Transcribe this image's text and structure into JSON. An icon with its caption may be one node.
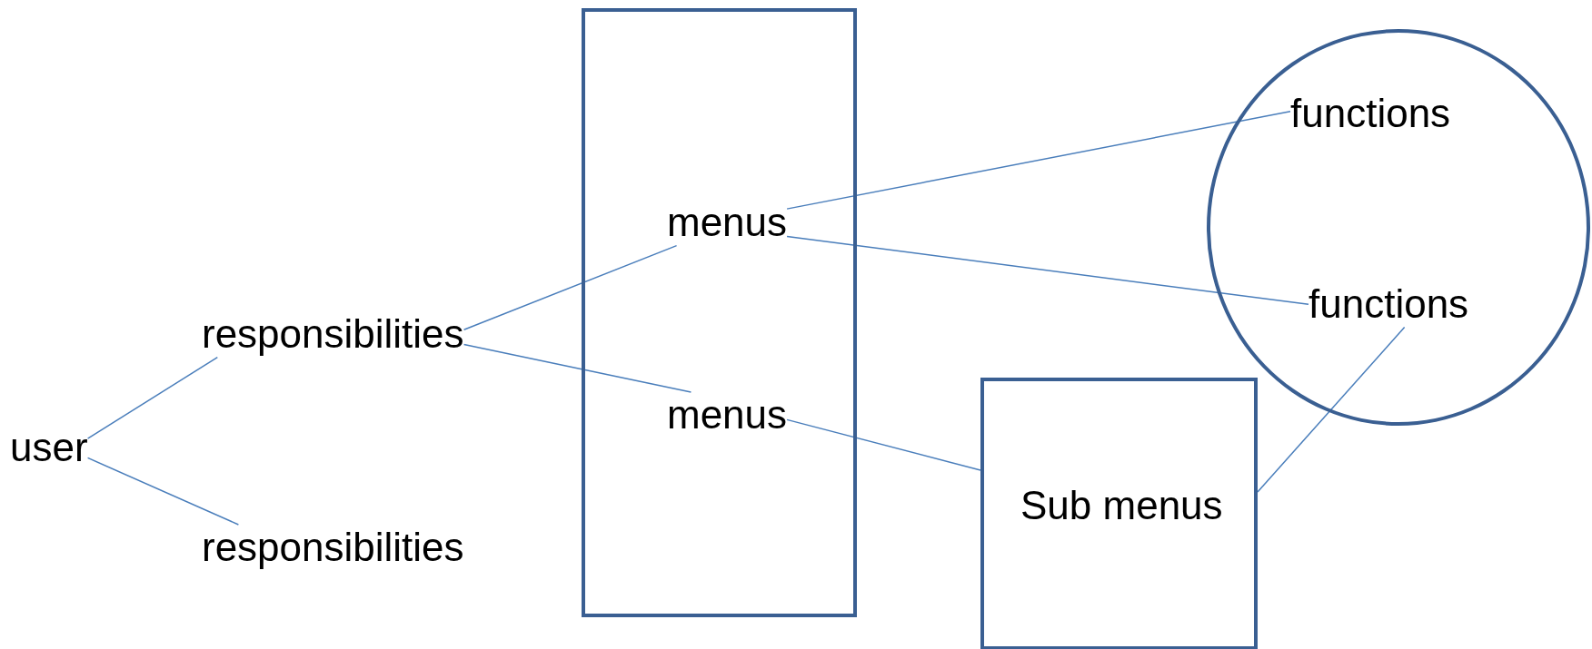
{
  "diagram": {
    "nodes": [
      {
        "text": [
          "user"
        ]
      },
      {
        "text": [
          "responsibilities"
        ]
      },
      {
        "text": [
          "responsibilities"
        ]
      },
      {
        "text": [],
        "shape": "box"
      },
      {
        "text": [
          "menus"
        ],
        "in": 3
      },
      {
        "text": [
          "menus"
        ],
        "in": 3
      },
      {
        "text": [],
        "shape": "circle"
      },
      {
        "text": [
          "functions"
        ],
        "in": 6
      },
      {
        "text": [
          "functions"
        ],
        "in": 6
      },
      {
        "text": [
          "Sub menus"
        ]
      }
    ],
    "edges": [
      {
        "from": 0,
        "to": 1,
        "arrow": "none"
      },
      {
        "from": 0,
        "to": 2,
        "arrow": "none"
      },
      {
        "from": 1,
        "to": 4,
        "arrow": "none"
      },
      {
        "from": 1,
        "to": 5,
        "arrow": "none"
      },
      {
        "from": 4,
        "to": 7,
        "arrow": "none"
      },
      {
        "from": 4,
        "to": 8,
        "arrow": "none"
      },
      {
        "from": 5,
        "to": 9,
        "arrow": "none"
      },
      {
        "from": 9,
        "to": 8,
        "arrow": "none"
      }
    ]
  }
}
